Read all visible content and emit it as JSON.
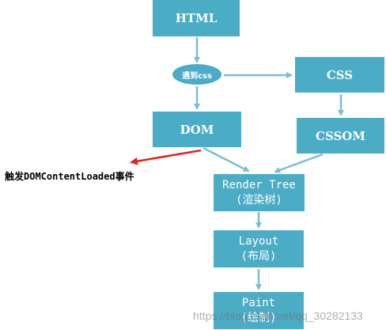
{
  "nodes": {
    "html": "HTML",
    "css_trigger": "遇到css",
    "css": "CSS",
    "dom": "DOM",
    "cssom": "CSSOM",
    "render_tree": {
      "line1": "Render Tree",
      "line2": "(渲染树)"
    },
    "layout": {
      "line1": "Layout",
      "line2": "(布局)"
    },
    "paint": {
      "line1": "Paint",
      "line2": "(绘制)"
    }
  },
  "event_label": "触发DOMContentLoaded事件",
  "watermark": "https://blog.csdn.net/qq_30282133",
  "colors": {
    "box": "#4bacc6",
    "arrow": "#7cbdd2",
    "event_arrow": "#e8201c"
  }
}
